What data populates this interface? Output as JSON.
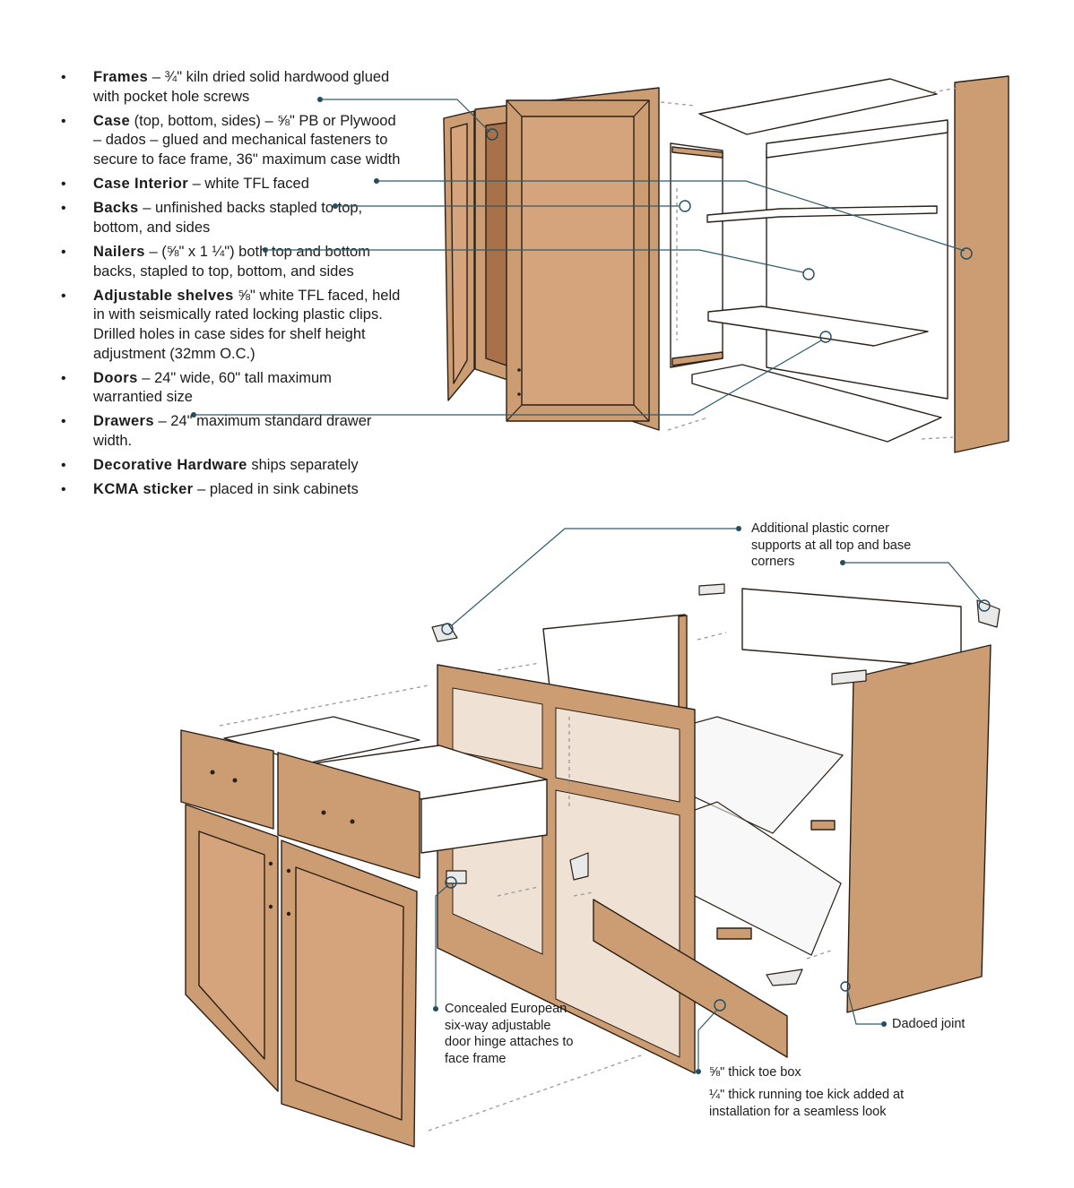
{
  "specs": [
    {
      "term": "Frames",
      "text": "– ¾\" kiln dried solid hardwood glued with pocket hole screws"
    },
    {
      "term": "Case",
      "text": "(top, bottom, sides) – ⅝\" PB or Plywood – dados – glued and mechanical fasteners to secure to face frame, 36\" maximum case width"
    },
    {
      "term": "Case Interior",
      "text": "– white TFL faced"
    },
    {
      "term": "Backs",
      "text": "– unfinished backs stapled to top, bottom, and sides"
    },
    {
      "term": "Nailers",
      "text": "– (⅝\" x 1 ¼\") both top and bottom backs, stapled to top, bottom, and sides"
    },
    {
      "term": "Adjustable shelves",
      "text": "⅝\" white TFL faced, held in with seismically rated locking plastic clips. Drilled holes in case sides for shelf height adjustment (32mm O.C.)"
    },
    {
      "term": "Doors",
      "text": "– 24\" wide, 60\" tall maximum warrantied size"
    },
    {
      "term": "Drawers",
      "text": "– 24\" maximum standard drawer width."
    },
    {
      "term": "Decorative Hardware",
      "text": "ships separately"
    },
    {
      "term": "KCMA sticker",
      "text": "– placed in sink cabinets"
    }
  ],
  "callouts": {
    "corner_supports": "Additional plastic corner supports at all top and base corners",
    "hinge": "Concealed European six-way adjustable door hinge attaches to face frame",
    "dadoed_joint": "Dadoed joint",
    "toe_box": "⅝\" thick toe box",
    "toe_kick": "¼\" thick running toe kick added at installation for a seamless look"
  },
  "colors": {
    "wood": "#cc9c73",
    "leader": "#2d5b6b",
    "text": "#1c1c1c"
  }
}
